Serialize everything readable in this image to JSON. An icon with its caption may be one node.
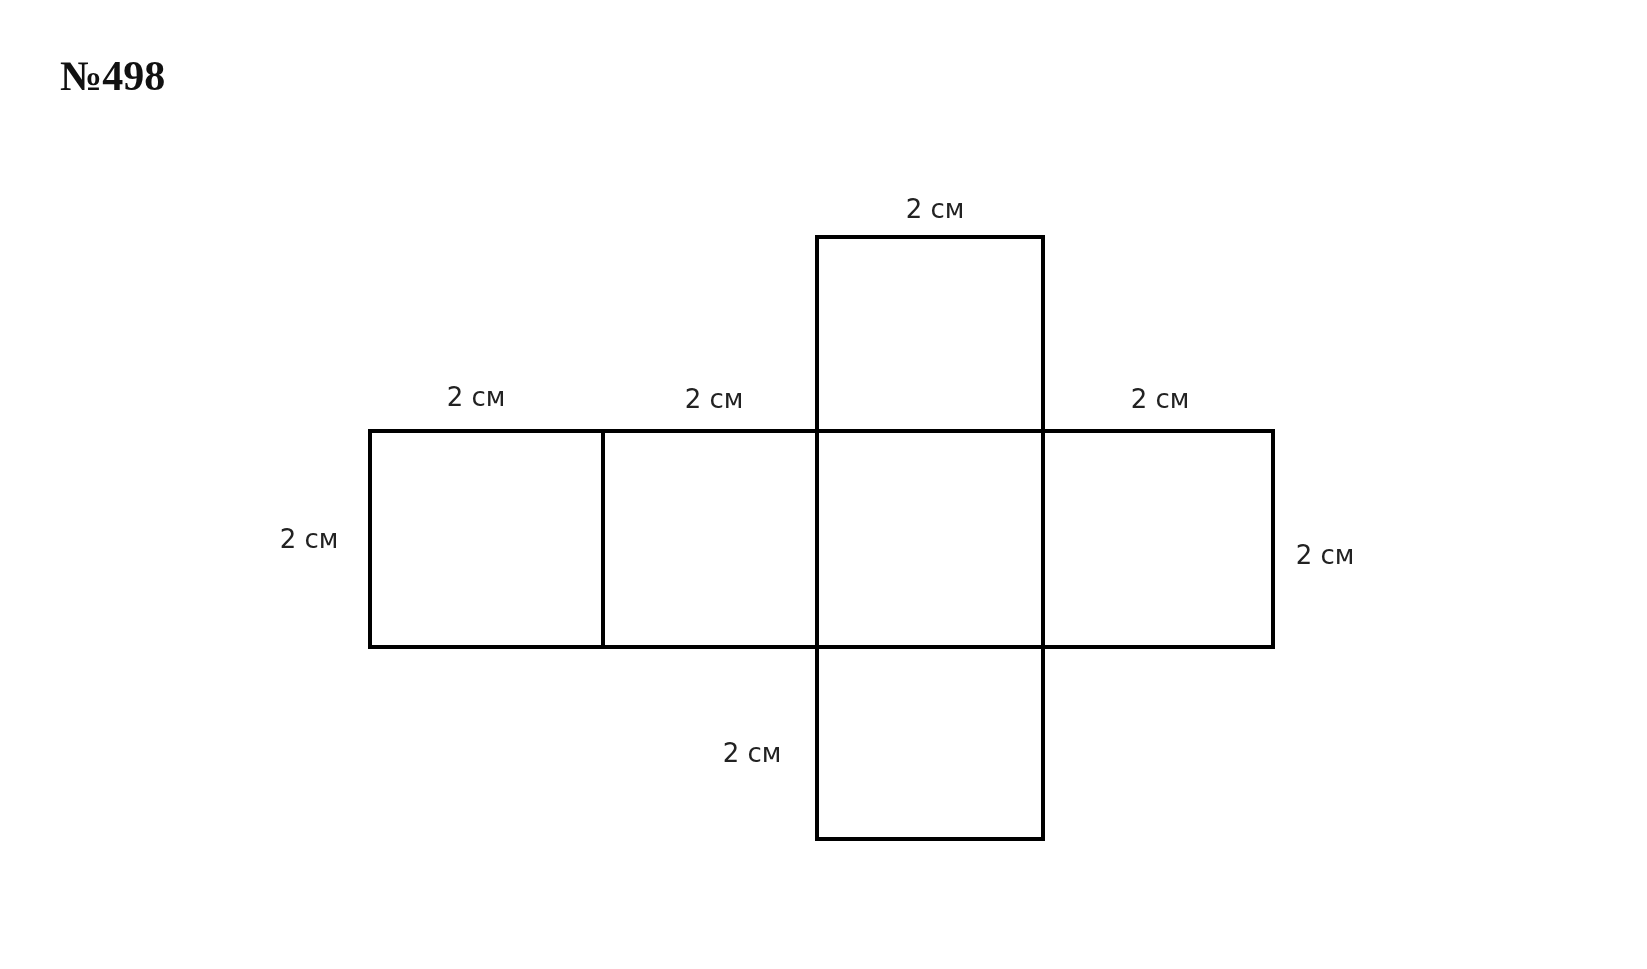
{
  "diagram": {
    "title": "№498",
    "nodes": [
      {
        "text": [],
        "shape": "box",
        "beside": [
          "2 см"
        ]
      },
      {
        "text": [],
        "shape": "box",
        "beside": [
          "2 см",
          "2 см"
        ]
      },
      {
        "text": [],
        "shape": "box",
        "beside": [
          "2 см"
        ]
      },
      {
        "text": [],
        "shape": "box"
      },
      {
        "text": [],
        "shape": "box",
        "beside": [
          "2 см",
          "2 см"
        ]
      },
      {
        "text": [],
        "shape": "box",
        "beside": [
          "2 см"
        ]
      }
    ]
  }
}
